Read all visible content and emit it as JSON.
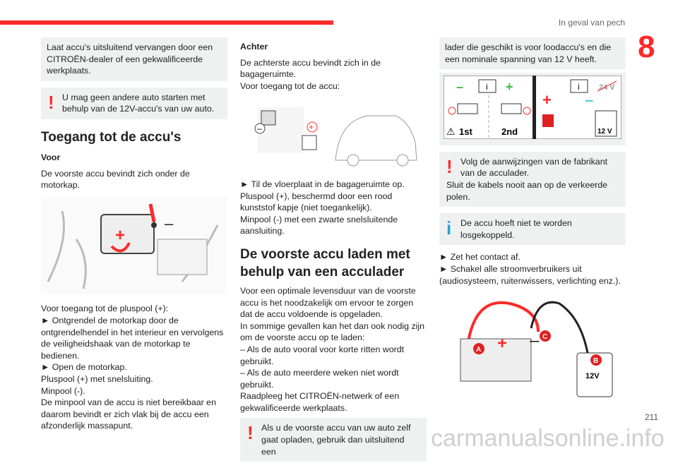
{
  "header": {
    "section": "In geval van pech",
    "chapter": "8",
    "page": "211",
    "watermark": "carmanualsonline.info"
  },
  "col1": {
    "note": "Laat accu's uitsluitend vervangen door een CITROËN-dealer of een gekwalificeerde werkplaats.",
    "warning": "U mag geen andere auto starten met behulp van de 12V-accu's van uw auto.",
    "heading": "Toegang tot de accu's",
    "sub": "Voor",
    "intro": "De voorste accu bevindt zich onder de motorkap.",
    "lines": [
      "Voor toegang tot de pluspool (+):",
      "► Ontgrendel de motorkap door de ontgrendelhendel in het interieur en vervolgens de veiligheidshaak van de motorkap te bedienen.",
      "► Open de motorkap.",
      "Pluspool (+) met snelsluiting.",
      "Minpool (-).",
      "De minpool van de accu is niet bereikbaar en daarom bevindt er zich vlak bij de accu een afzonderlijk massapunt."
    ]
  },
  "col2": {
    "sub": "Achter",
    "intro": [
      "De achterste accu bevindt zich in de bagageruimte.",
      "Voor toegang tot de accu:"
    ],
    "lines": [
      "► Til de vloerplaat in de bagageruimte op.",
      "Pluspool (+), beschermd door een rood kunststof kapje (niet toegankelijk).",
      "Minpool (-) met een zwarte snelsluitende aansluiting."
    ],
    "heading": "De voorste accu laden met behulp van een acculader",
    "body": [
      "Voor een optimale levensduur van de voorste accu is het noodzakelijk om ervoor te zorgen dat de accu voldoende is opgeladen.",
      "In sommige gevallen kan het dan ook nodig zijn om de voorste accu op te laden:",
      "– Als de auto vooral voor korte ritten wordt gebruikt.",
      "– Als de auto meerdere weken niet wordt gebruikt.",
      "Raadpleeg het CITROËN-netwerk of een gekwalificeerde werkplaats."
    ],
    "warning": "Als u de voorste accu van uw auto zelf gaat opladen, gebruik dan uitsluitend een"
  },
  "col3": {
    "note": "lader die geschikt is voor loodaccu's en die een nominale spanning van 12 V heeft.",
    "diagram": {
      "first": "1st",
      "second": "2nd",
      "v24": "24 V",
      "v12": "12 V"
    },
    "warning": [
      "Volg de aanwijzingen van de fabrikant van de acculader.",
      "Sluit de kabels nooit aan op de verkeerde polen."
    ],
    "info": "De accu hoeft niet te worden losgekoppeld.",
    "lines": [
      "► Zet het contact af.",
      "► Schakel alle stroomverbruikers uit (audiosysteem, ruitenwissers, verlichting enz.)."
    ],
    "labels": {
      "a": "A",
      "b": "B",
      "c": "C",
      "v": "12V"
    }
  },
  "colors": {
    "accent": "#ff2a2a",
    "info": "#2aa0d8",
    "box": "#eff1f1"
  }
}
